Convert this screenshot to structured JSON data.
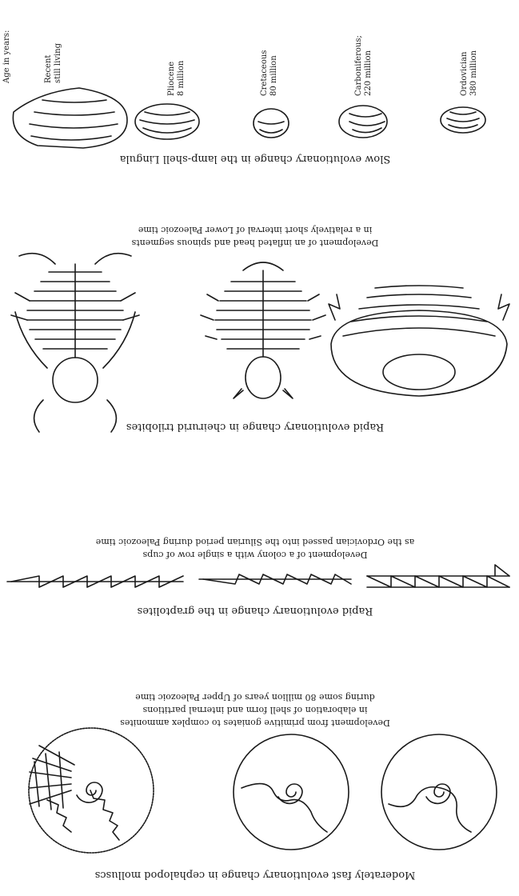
{
  "sections": [
    {
      "id": "lingula",
      "labels": [
        {
          "name": "Recent",
          "sub": "still living"
        },
        {
          "name": "Pliocene",
          "sub": "8 million"
        },
        {
          "name": "Cretaceous",
          "sub": "80 million"
        },
        {
          "name": "Carboniferous;",
          "sub": "220 million"
        },
        {
          "name": "Ordovician",
          "sub": "380 million"
        }
      ],
      "age_heading": "Age in years:",
      "caption_lines": [
        "Slow evolutionary change in the lamp-shell Lingula"
      ]
    },
    {
      "id": "trilobites",
      "caption_top_lines": [
        "Development of an inflated head and spinous segments",
        "in a relatively short interval of Lower Paleozoic time"
      ],
      "caption_lines": [
        "Rapid evolutionary change in cheirurid trilobites"
      ]
    },
    {
      "id": "graptolites",
      "caption_top_lines": [
        "Development of a colony with a single row of cups",
        "as the Ordovician passed into the Silurian period during Paleozoic time"
      ],
      "caption_lines": [
        "Rapid evolutionary change in the graptolites"
      ]
    },
    {
      "id": "ammonites",
      "caption_top_lines": [
        "Development from primitive goniates to complex ammonites",
        "in elaboration of shell form and internal partitions",
        "during some 80 million years of Upper Paleozoic time"
      ],
      "caption_lines": [
        "Moderately fast evolutionary change in cephalopod molluscs"
      ]
    }
  ]
}
